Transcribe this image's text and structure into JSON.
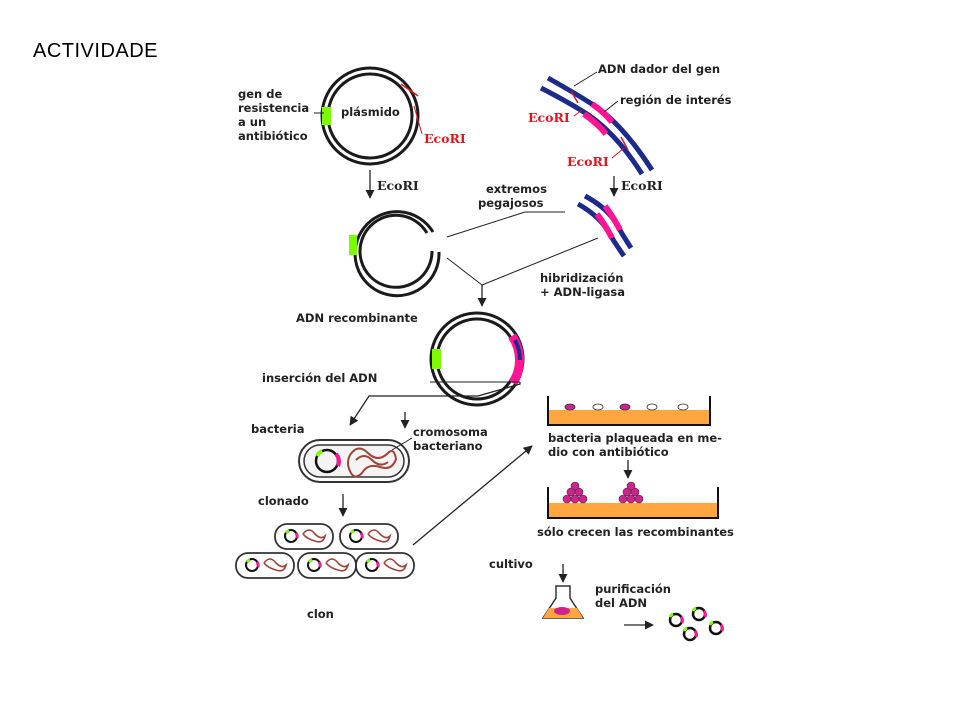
{
  "title": "ACTIVIDADE",
  "colors": {
    "plasmid": "#1a1a1a",
    "resistance_gene": "#7cfc00",
    "donor_dna": "#1b2a8c",
    "interest_region": "#ff1493",
    "ecori_red": "#e8131b",
    "agar": "#ffa640",
    "colony": "#d0228f",
    "chromosome": "#a0443a"
  },
  "labels": {
    "resistance_gene": [
      "gen de",
      "resistencia",
      "a un",
      "antibiótico"
    ],
    "plasmid": "plásmido",
    "ecori": "EcoRI",
    "donor_dna": "ADN dador del gen",
    "interest_region": "región de interés",
    "sticky_ends": [
      "extremos",
      "pegajosos"
    ],
    "hybridization": [
      "hibridización",
      "+ ADN-ligasa"
    ],
    "recombinant_dna": "ADN recombinante",
    "dna_insertion": "inserción del ADN",
    "bacteria": "bacteria",
    "bacterial_chromosome": [
      "cromosoma",
      "bacteriano"
    ],
    "cloned": "clonado",
    "clone": "clon",
    "plated": [
      "bacteria plaqueada en me-",
      "dio con antibiótico"
    ],
    "only_recombinants": "sólo crecen las recombinantes",
    "culture": "cultivo",
    "purification": [
      "purificación",
      "del ADN"
    ]
  }
}
